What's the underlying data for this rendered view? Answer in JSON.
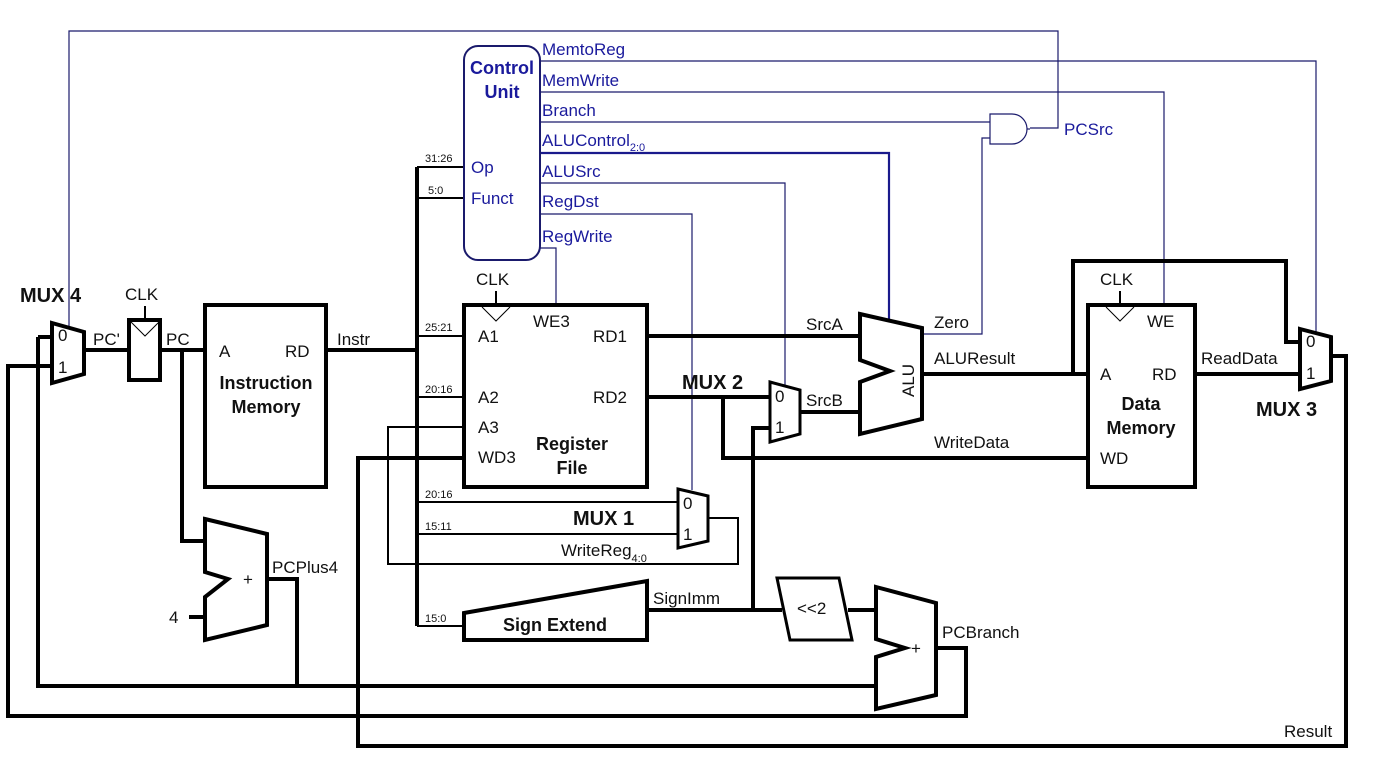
{
  "diagram": {
    "title": "MIPS Single-Cycle Processor Datapath",
    "colors": {
      "wire": "#000000",
      "control": "#1a1a9c",
      "background": "#ffffff"
    },
    "control_unit": {
      "title_line1": "Control",
      "title_line2": "Unit",
      "inputs": {
        "op": "Op",
        "funct": "Funct"
      },
      "signals": {
        "memtoreg": "MemtoReg",
        "memwrite": "MemWrite",
        "branch": "Branch",
        "alucontrol": "ALUControl",
        "alucontrol_sub": "2:0",
        "alusrc": "ALUSrc",
        "regdst": "RegDst",
        "regwrite": "RegWrite"
      },
      "pcsrc": "PCSrc"
    },
    "muxes": {
      "mux1": {
        "title": "MUX 1",
        "in0": "0",
        "in1": "1"
      },
      "mux2": {
        "title": "MUX 2",
        "in0": "0",
        "in1": "1"
      },
      "mux3": {
        "title": "MUX 3",
        "in0": "0",
        "in1": "1"
      },
      "mux4": {
        "title": "MUX 4",
        "in0": "0",
        "in1": "1"
      }
    },
    "pc_register": {
      "clk": "CLK",
      "input": "PC'",
      "output": "PC"
    },
    "instruction_memory": {
      "port_a": "A",
      "port_rd": "RD",
      "title_line1": "Instruction",
      "title_line2": "Memory",
      "output": "Instr"
    },
    "register_file": {
      "clk": "CLK",
      "we3": "WE3",
      "a1": "A1",
      "a2": "A2",
      "a3": "A3",
      "wd3": "WD3",
      "rd1": "RD1",
      "rd2": "RD2",
      "title_line1": "Register",
      "title_line2": "File"
    },
    "bit_fields": {
      "op": "31:26",
      "funct": "5:0",
      "a1": "25:21",
      "a2": "20:16",
      "mux1_in0": "20:16",
      "mux1_in1": "15:11",
      "sign_ext": "15:0"
    },
    "alu": {
      "label": "ALU",
      "zero": "Zero",
      "result": "ALUResult",
      "srca": "SrcA",
      "srcb": "SrcB"
    },
    "data_memory": {
      "clk": "CLK",
      "we": "WE",
      "port_a": "A",
      "port_rd": "RD",
      "port_wd": "WD",
      "title_line1": "Data",
      "title_line2": "Memory"
    },
    "signals": {
      "writedata": "WriteData",
      "readdata": "ReadData",
      "result": "Result",
      "writereg": "WriteReg",
      "writereg_sub": "4:0",
      "signimm": "SignImm",
      "pcplus4": "PCPlus4",
      "pcbranch": "PCBranch",
      "const4": "4"
    },
    "sign_extend": {
      "label": "Sign Extend"
    },
    "shift": {
      "label": "<<2"
    },
    "adders": {
      "pc_adder": "+",
      "branch_adder": "+"
    }
  }
}
